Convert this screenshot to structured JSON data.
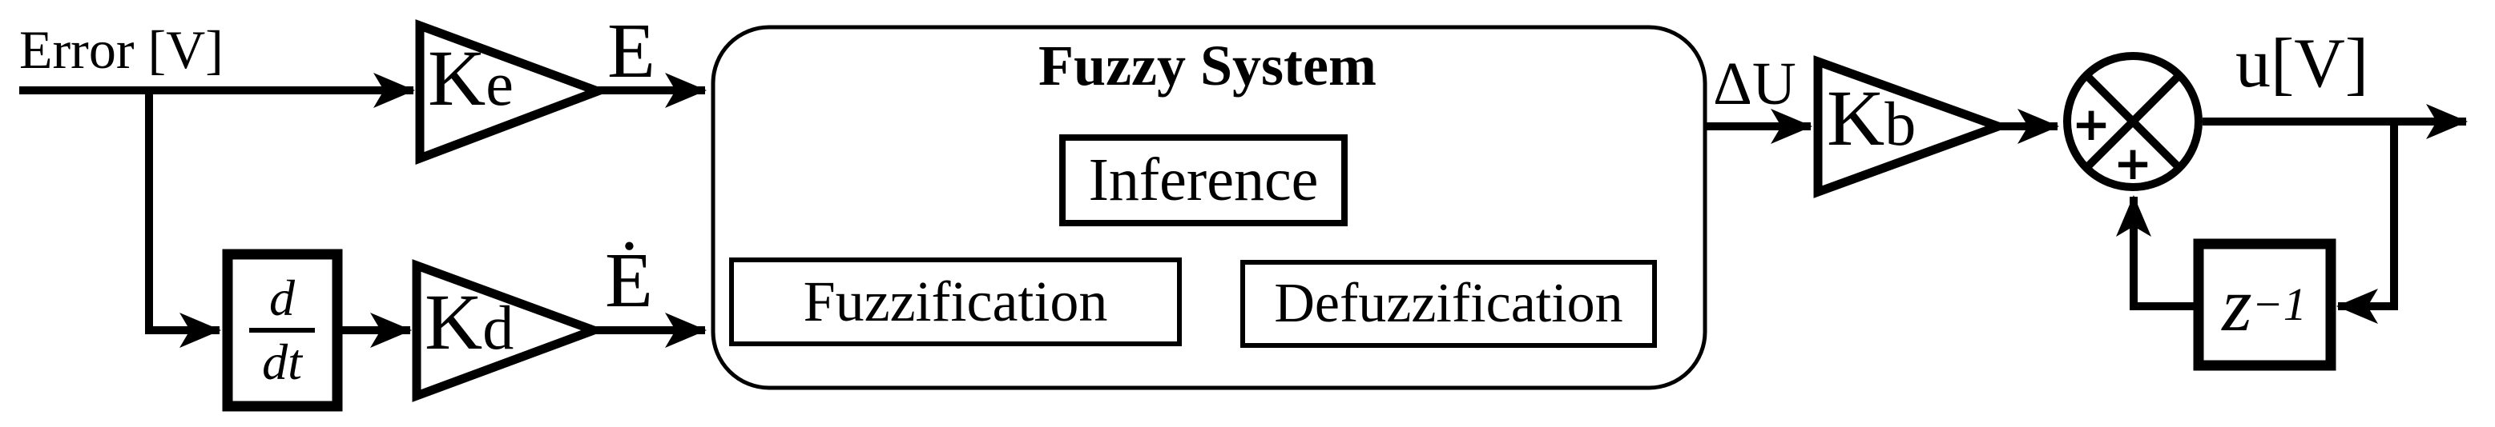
{
  "diagram": {
    "labels": {
      "input": "Error [V]",
      "e": "E",
      "e_dot": "Ė",
      "delta_u": "ΔU",
      "output": "u[V]"
    },
    "gains": {
      "ke": {
        "main": "K",
        "sub": "e"
      },
      "kd": {
        "main": "K",
        "sub": "d"
      },
      "kb": {
        "main": "K",
        "sub": "b"
      }
    },
    "derivative": {
      "numerator": "d",
      "denominator": "dt"
    },
    "fuzzy": {
      "title": "Fuzzy System",
      "inference": "Inference",
      "fuzzification": "Fuzzification",
      "defuzzification": "Defuzzification"
    },
    "delay": {
      "base": "z",
      "exponent": "−1"
    },
    "sum": {
      "sign_left": "+",
      "sign_bottom": "+"
    },
    "colors": {
      "ink": "#000000",
      "background": "#ffffff"
    }
  }
}
